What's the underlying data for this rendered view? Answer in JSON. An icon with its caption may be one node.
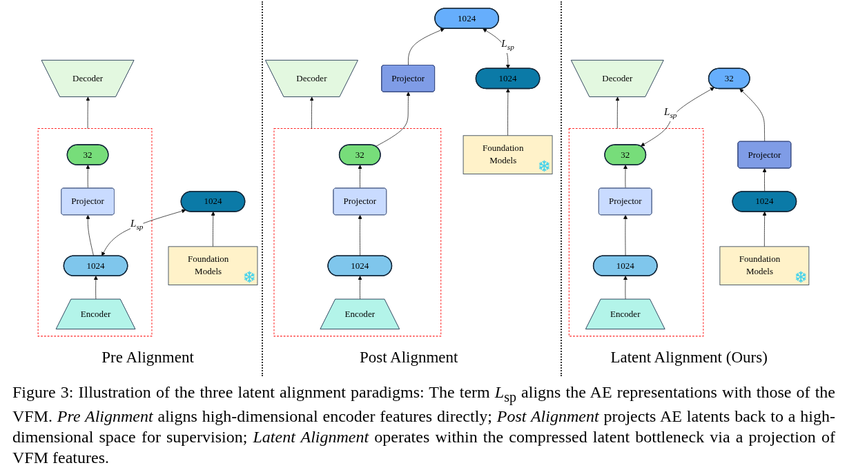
{
  "diagram": {
    "caption": "Figure 3: Illustration of the three latent alignment paradigms: The term *L*$_{sp}$ aligns the AE representations with those of the VFM. *Pre Alignment* aligns high-dimensional encoder features directly; *Post Alignment* projects AE latents back to a high-dimensional space for supervision; *Latent Alignment* operates within the compressed latent bottleneck via a projection of VFM features.",
    "nodes": [
      {
        "text": [
          "Decoder"
        ]
      },
      {
        "text": [],
        "shape": "box"
      },
      {
        "text": [
          "32"
        ],
        "in": 1
      },
      {
        "text": [
          "Projector"
        ],
        "in": 1
      },
      {
        "text": [
          "1024"
        ],
        "in": 1
      },
      {
        "text": [
          "Encoder"
        ],
        "in": 1
      },
      {
        "text": [
          "1024"
        ]
      },
      {
        "text": [
          "Foundation Models"
        ]
      },
      {
        "text": [
          "Decoder"
        ]
      },
      {
        "text": [],
        "shape": "box"
      },
      {
        "text": [
          "32"
        ],
        "in": 9
      },
      {
        "text": [
          "Projector"
        ],
        "in": 9
      },
      {
        "text": [
          "1024"
        ],
        "in": 9
      },
      {
        "text": [
          "Encoder"
        ],
        "in": 9
      },
      {
        "text": [
          "Projector"
        ]
      },
      {
        "text": [
          "1024"
        ]
      },
      {
        "text": [
          "1024"
        ]
      },
      {
        "text": [
          "Foundation Models"
        ]
      },
      {
        "text": [
          "Decoder"
        ]
      },
      {
        "text": [],
        "shape": "box"
      },
      {
        "text": [
          "32"
        ],
        "in": 19
      },
      {
        "text": [
          "Projector"
        ],
        "in": 19
      },
      {
        "text": [
          "1024"
        ],
        "in": 19
      },
      {
        "text": [
          "Encoder"
        ],
        "in": 19
      },
      {
        "text": [
          "32"
        ]
      },
      {
        "text": [
          "Projector"
        ]
      },
      {
        "text": [
          "1024"
        ]
      },
      {
        "text": [
          "Foundation Models"
        ]
      }
    ],
    "edges": [
      {
        "from": 5,
        "to": 4,
        "arrow": "to"
      },
      {
        "from": 4,
        "to": 3,
        "arrow": "to"
      },
      {
        "from": 3,
        "to": 2,
        "arrow": "to"
      },
      {
        "from": 1,
        "to": 0,
        "arrow": "to"
      },
      {
        "from": 4,
        "to": 6,
        "arrow": "both",
        "label": "L$_{sp}$"
      },
      {
        "from": 7,
        "to": 6,
        "arrow": "to"
      },
      {
        "from": 13,
        "to": 12,
        "arrow": "to"
      },
      {
        "from": 12,
        "to": 11,
        "arrow": "to"
      },
      {
        "from": 11,
        "to": 10,
        "arrow": "to"
      },
      {
        "from": 9,
        "to": 8,
        "arrow": "to"
      },
      {
        "from": 10,
        "to": 14,
        "arrow": "to"
      },
      {
        "from": 14,
        "to": 15,
        "arrow": "to"
      },
      {
        "from": 16,
        "to": 15,
        "arrow": "both",
        "label": "L$_{sp}$"
      },
      {
        "from": 17,
        "to": 16,
        "arrow": "to"
      },
      {
        "from": 23,
        "to": 22,
        "arrow": "to"
      },
      {
        "from": 22,
        "to": 21,
        "arrow": "to"
      },
      {
        "from": 21,
        "to": 20,
        "arrow": "to"
      },
      {
        "from": 19,
        "to": 18,
        "arrow": "to"
      },
      {
        "from": 20,
        "to": 24,
        "arrow": "both",
        "label": "L$_{sp}$"
      },
      {
        "from": 27,
        "to": 26,
        "arrow": "to"
      },
      {
        "from": 26,
        "to": 25,
        "arrow": "to"
      },
      {
        "from": 25,
        "to": 24,
        "arrow": "to"
      }
    ],
    "labels": [
      "Pre Alignment",
      "Post Alignment",
      "Latent Alignment (Ours)"
    ]
  }
}
